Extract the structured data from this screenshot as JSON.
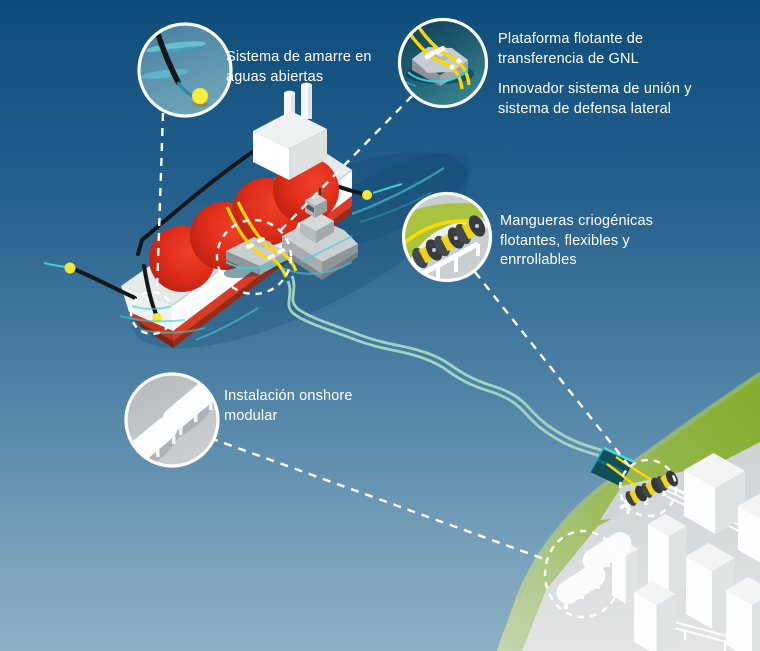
{
  "figure_type": "isometric LNG transfer infographic",
  "language": "es",
  "callouts": {
    "mooring": {
      "label": "Sistema de amarre en aguas abiertas",
      "icon": "mooring-buoy-icon"
    },
    "platform": {
      "label_primary": "Plataforma flotante de transferencia de GNL",
      "label_secondary": "Innovador sistema de unión y sistema de defensa lateral",
      "icon": "floating-platform-icon"
    },
    "hoses": {
      "label": "Mangueras criogénicas flotantes, flexibles y enrrollables",
      "icon": "hose-reel-icon"
    },
    "onshore": {
      "label": "Instalación onshore modular",
      "icon": "storage-tanks-icon"
    }
  },
  "scene_elements": [
    "lng-carrier-ship",
    "tug-boat",
    "floating-transfer-platform",
    "cryogenic-hose-line",
    "shore-hose-reels",
    "onshore-facility",
    "mooring-buoys",
    "shoreline"
  ],
  "colors": {
    "sea_top": "#0e4c7a",
    "sea_bottom": "#8db0c4",
    "shore_green": "#87ad2a",
    "ground_gray": "#d4d7d9",
    "hose_yellow": "#ffd800",
    "hose_teal": "#a6d8c3",
    "tank_red": "#df2c1a",
    "hull_red": "#da3a26",
    "ripple_teal": "#46cad5",
    "highlight_white": "#ffffff",
    "text": "#ffffff"
  }
}
